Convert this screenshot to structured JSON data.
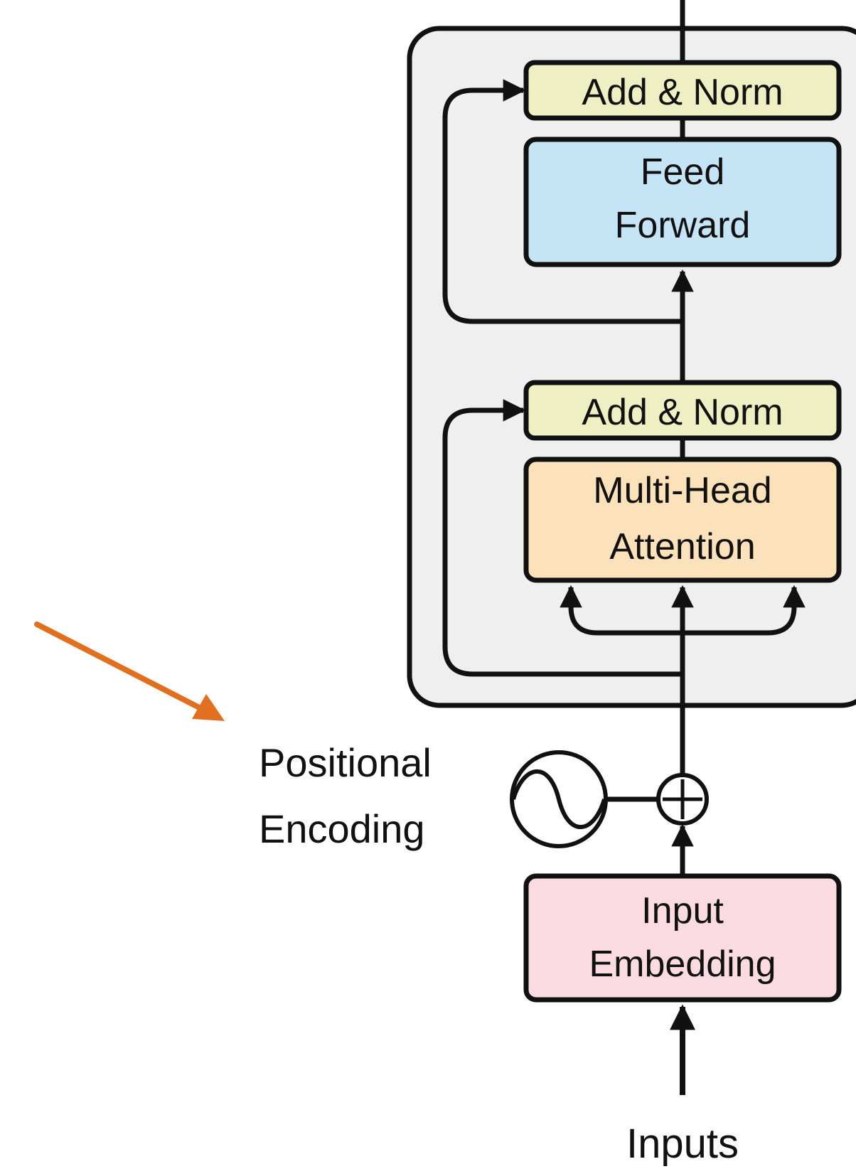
{
  "blocks": {
    "add_norm_top": {
      "label": "Add & Norm",
      "color": "#eef0c3"
    },
    "feed_forward": {
      "line1": "Feed",
      "line2": "Forward",
      "color": "#c5e4f5"
    },
    "add_norm_bottom": {
      "label": "Add & Norm",
      "color": "#eef0c3"
    },
    "multi_head_attention": {
      "line1": "Multi-Head",
      "line2": "Attention",
      "color": "#fbe2ba"
    },
    "input_embedding": {
      "line1": "Input",
      "line2": "Embedding",
      "color": "#f9dbe1"
    }
  },
  "positional_encoding": {
    "line1": "Positional",
    "line2": "Encoding"
  },
  "inputs_label": "Inputs",
  "colors": {
    "encoder_panel": "#efefef",
    "stroke": "#111111",
    "annotation_arrow": "#e0701f"
  }
}
